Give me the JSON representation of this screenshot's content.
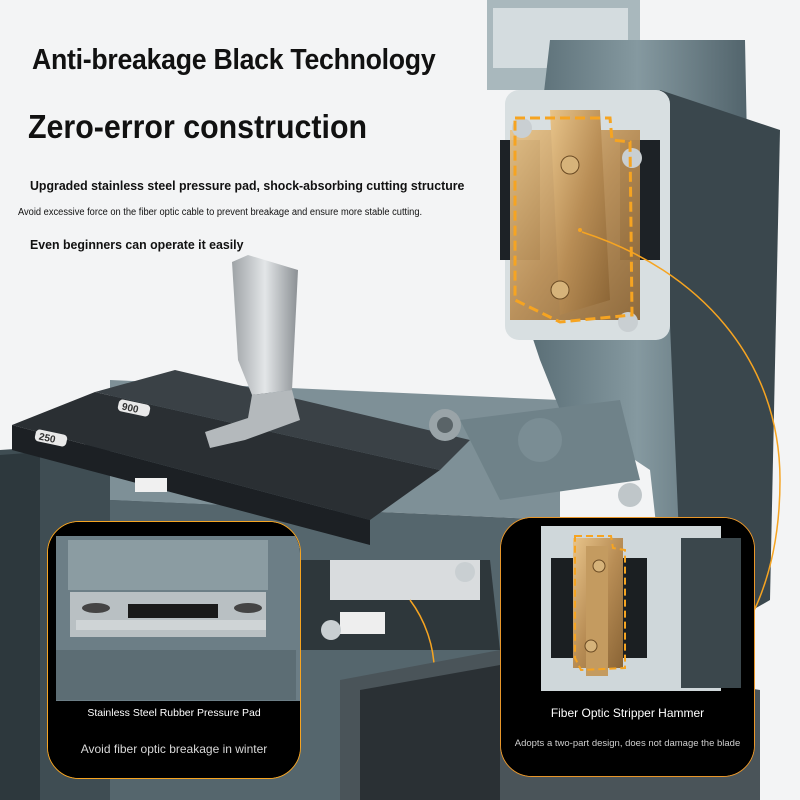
{
  "headline": "Anti-breakage Black Technology",
  "subheadline": "Zero-error construction",
  "features": {
    "line1": "Upgraded stainless steel pressure pad, shock-absorbing cutting structure",
    "line2": "Avoid excessive force on the fiber optic cable to prevent breakage and ensure more stable cutting.",
    "line3": "Even beginners can operate it easily"
  },
  "device_labels": {
    "mark_900": "900",
    "mark_250": "250"
  },
  "callout_left": {
    "title": "Stainless Steel Rubber Pressure Pad",
    "subtitle": "Avoid fiber optic breakage in winter"
  },
  "callout_right": {
    "title": "Fiber Optic Stripper Hammer",
    "subtitle": "Adopts a two-part design, does not damage the blade"
  },
  "colors": {
    "accent": "#f6a421",
    "metal": "#6f8289",
    "background": "#f3f4f5"
  }
}
